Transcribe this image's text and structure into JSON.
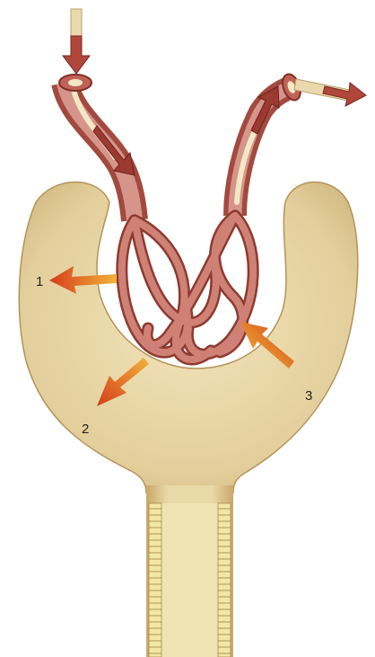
{
  "labels": {
    "one": "1",
    "two": "2",
    "three": "3"
  },
  "colors": {
    "capsule": "#e8d6a6",
    "capsule_shade": "#c7ad72",
    "capsule_outline": "#a8894e",
    "vessel": "#c97a6e",
    "vessel_dark": "#8e3a31",
    "vessel_light": "#eab1a4",
    "lumen": "#f1e9c6",
    "arrow_warm": "#d9501d",
    "arrow_yellow": "#f2b23a",
    "tubule_cells": "#f3e7a6"
  }
}
